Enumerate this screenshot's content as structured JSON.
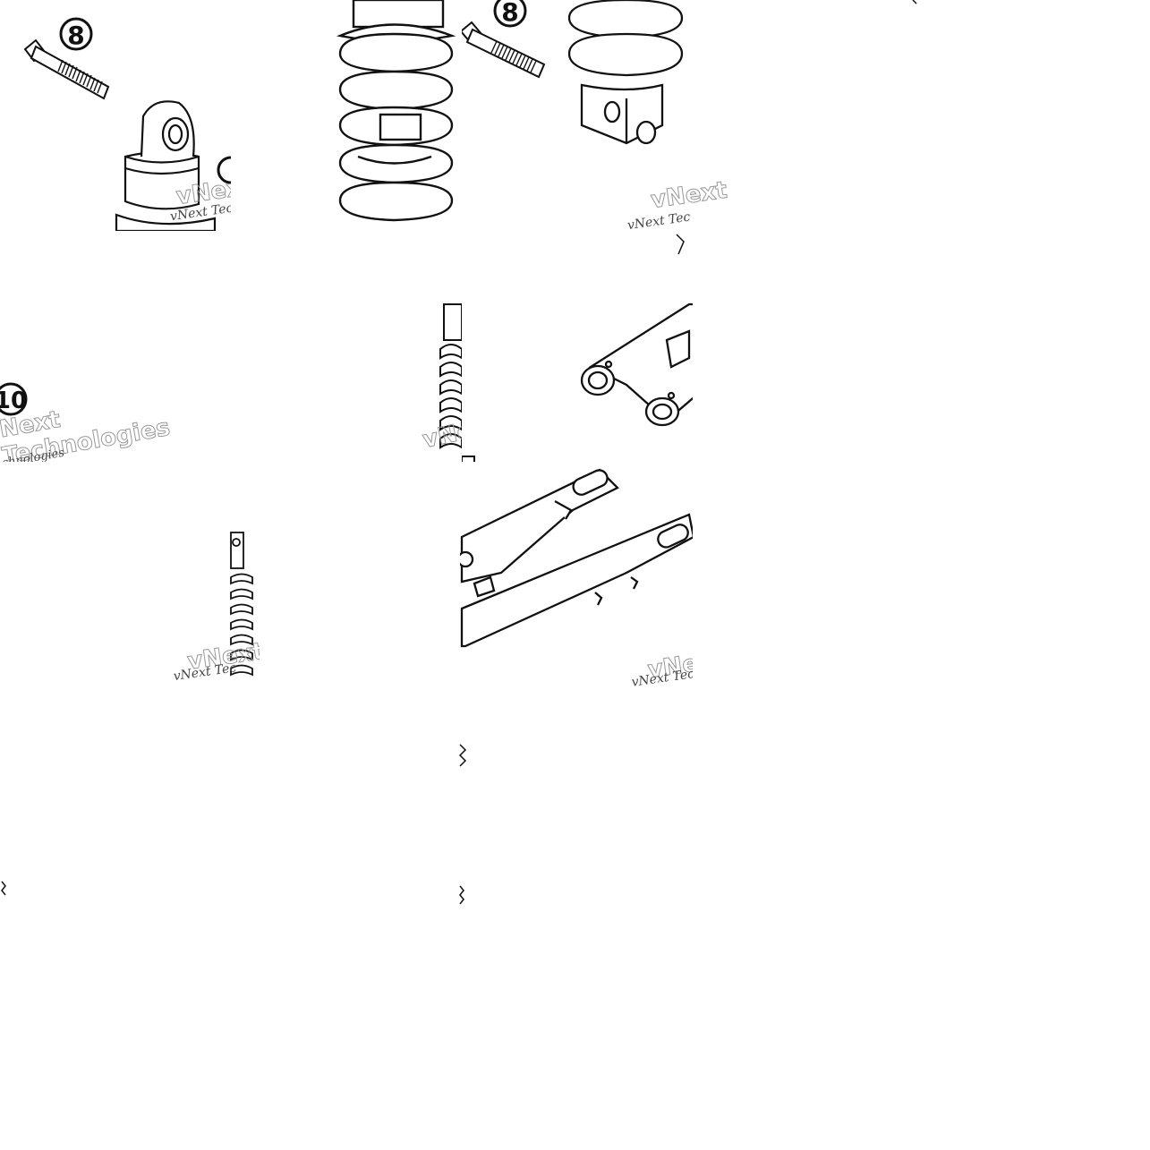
{
  "diagram": {
    "callouts": [
      "8",
      "8",
      "10"
    ],
    "watermarks": {
      "brand": "vNext",
      "line1": "vNext Technologies",
      "line2": "Technologies",
      "fragment_tec": "vNext Tec",
      "fragment_chn": "chnologies"
    },
    "colors": {
      "ink": "#111111",
      "paper": "#ffffff",
      "watermark": "#8a8a8a"
    }
  }
}
